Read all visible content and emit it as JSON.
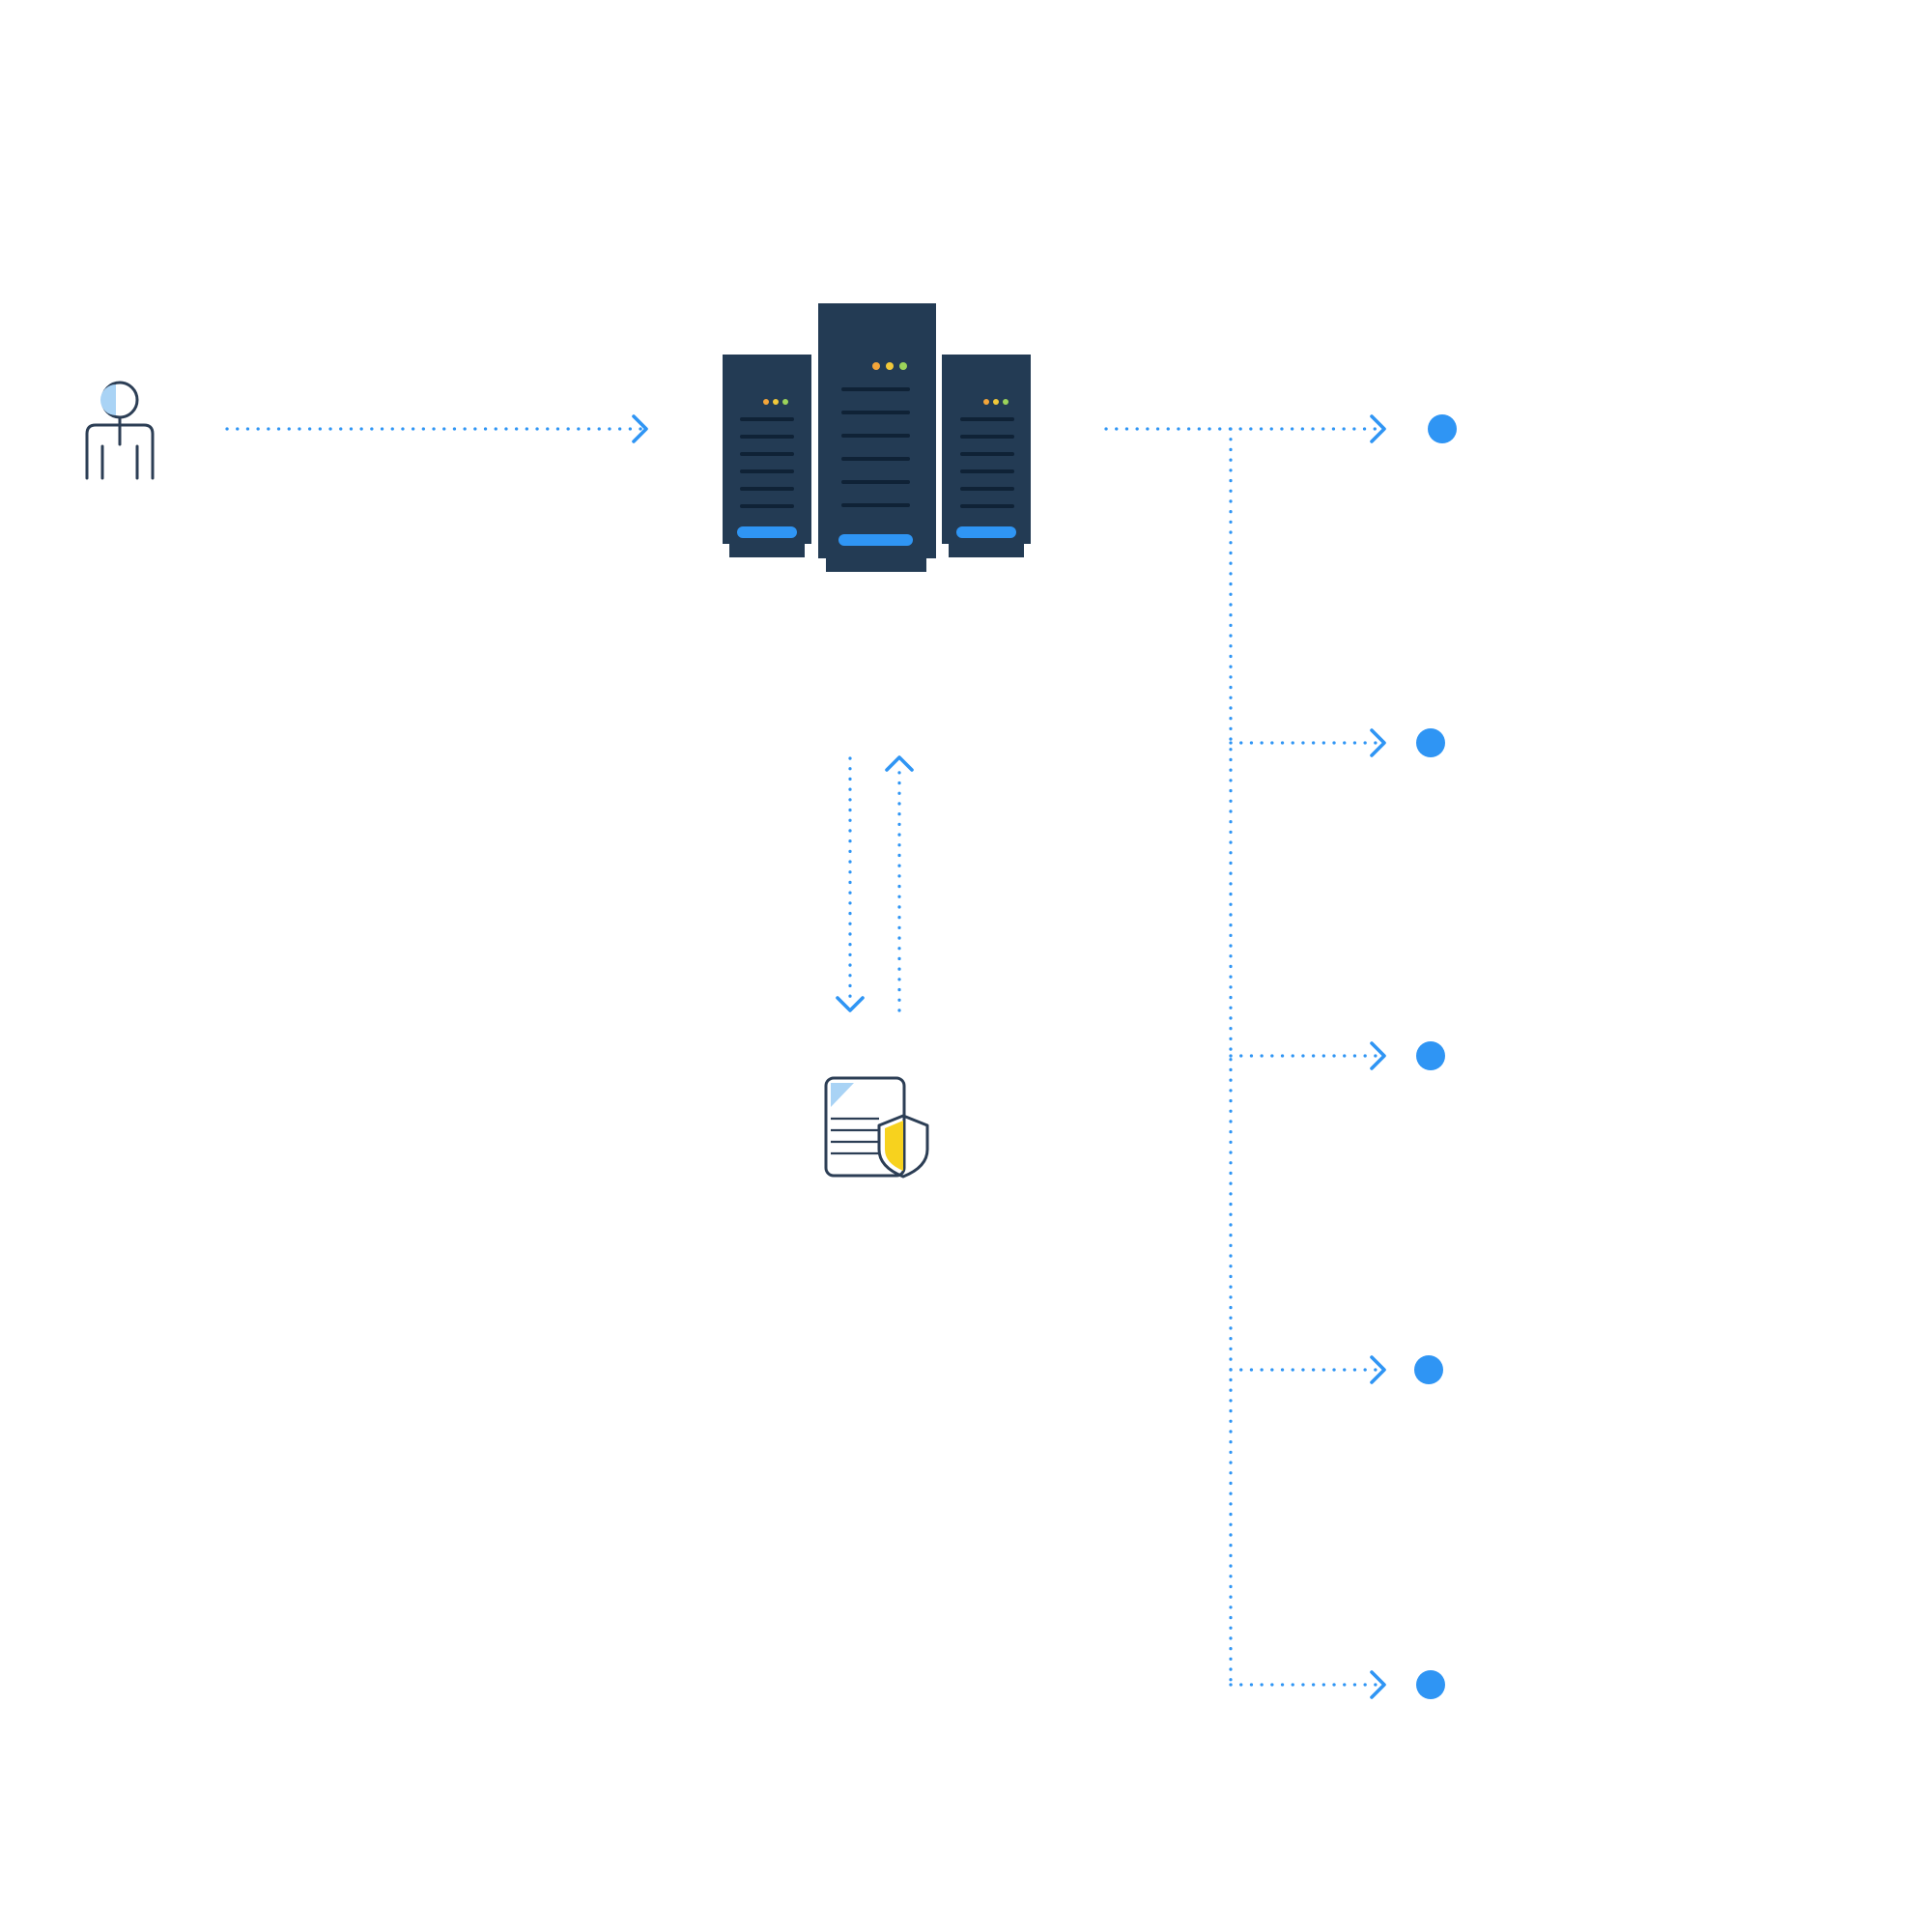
{
  "colors": {
    "accent": "#2f95f4",
    "accent_light": "#a9d3f5",
    "server_body": "#233b54",
    "server_slot": "#0f2236",
    "led_orange": "#f3a53a",
    "led_yellow": "#f0c83a",
    "led_green": "#9bd35a",
    "shield_yellow": "#f7d21e",
    "outline": "#2c3e55",
    "background": "#ffffff"
  },
  "nodes": {
    "user": {
      "icon": "user-icon",
      "label": ""
    },
    "server": {
      "icon": "server-cluster-icon",
      "label": ""
    },
    "secure_document": {
      "icon": "secure-document-icon",
      "label": ""
    },
    "destinations": [
      {
        "icon": "destination-dot",
        "label": ""
      },
      {
        "icon": "destination-dot",
        "label": ""
      },
      {
        "icon": "destination-dot",
        "label": ""
      },
      {
        "icon": "destination-dot",
        "label": ""
      },
      {
        "icon": "destination-dot",
        "label": ""
      }
    ]
  },
  "edges": [
    {
      "from": "user",
      "to": "server"
    },
    {
      "from": "server",
      "to": "secure_document"
    },
    {
      "from": "secure_document",
      "to": "server"
    },
    {
      "from": "server",
      "to": "destination-1"
    },
    {
      "from": "server",
      "to": "destination-2"
    },
    {
      "from": "server",
      "to": "destination-3"
    },
    {
      "from": "server",
      "to": "destination-4"
    },
    {
      "from": "server",
      "to": "destination-5"
    }
  ]
}
